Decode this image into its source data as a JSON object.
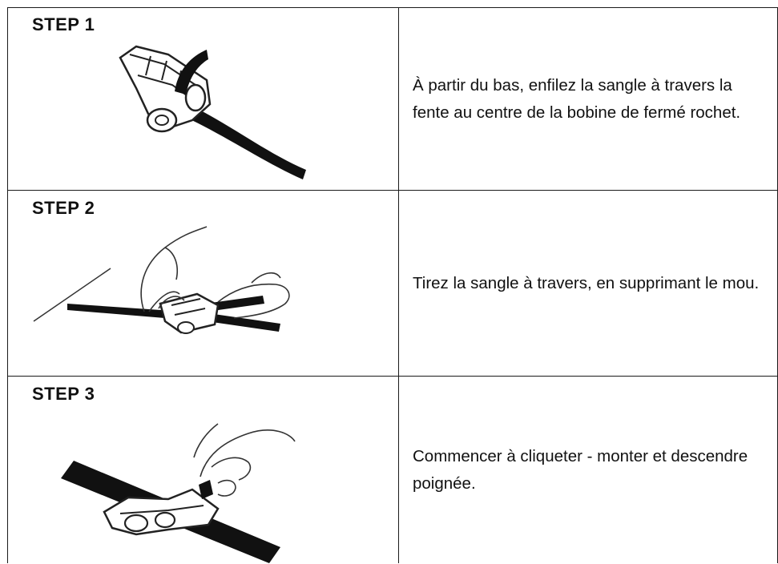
{
  "steps": [
    {
      "label": "STEP 1",
      "text": "À partir du bas, enfilez la sangle à travers la fente au centre de la bobine de fermé rochet.",
      "illustration_icon": "ratchet-strap-threading-icon"
    },
    {
      "label": "STEP 2",
      "text": "Tirez la sangle à travers, en supprimant le mou.",
      "illustration_icon": "ratchet-strap-pull-icon"
    },
    {
      "label": "STEP 3",
      "text": "Commencer à cliqueter - monter et descendre  poignée.",
      "illustration_icon": "ratchet-handle-cranking-icon"
    }
  ],
  "colors": {
    "border": "#1a1a1a",
    "strap": "#111111",
    "text": "#111111"
  }
}
